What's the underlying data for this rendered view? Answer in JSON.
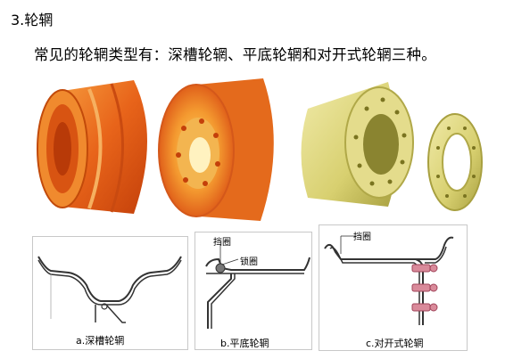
{
  "section": {
    "heading": "3.轮辋"
  },
  "intro": {
    "text": "常见的轮辋类型有：深槽轮辋、平底轮辋和对开式轮辋三种。"
  },
  "diagrams": {
    "deep": {
      "caption": "a.深槽轮辋"
    },
    "flat": {
      "caption": "b.平底轮辋",
      "label_retaining_ring": "挡圈",
      "label_lock_ring": "锁圈"
    },
    "split": {
      "caption": "c.对开式轮辋",
      "label_retaining_ring": "挡圈"
    }
  },
  "colors": {
    "orange_rim": "#e8641a",
    "yellow_rim": "#d8d070"
  }
}
